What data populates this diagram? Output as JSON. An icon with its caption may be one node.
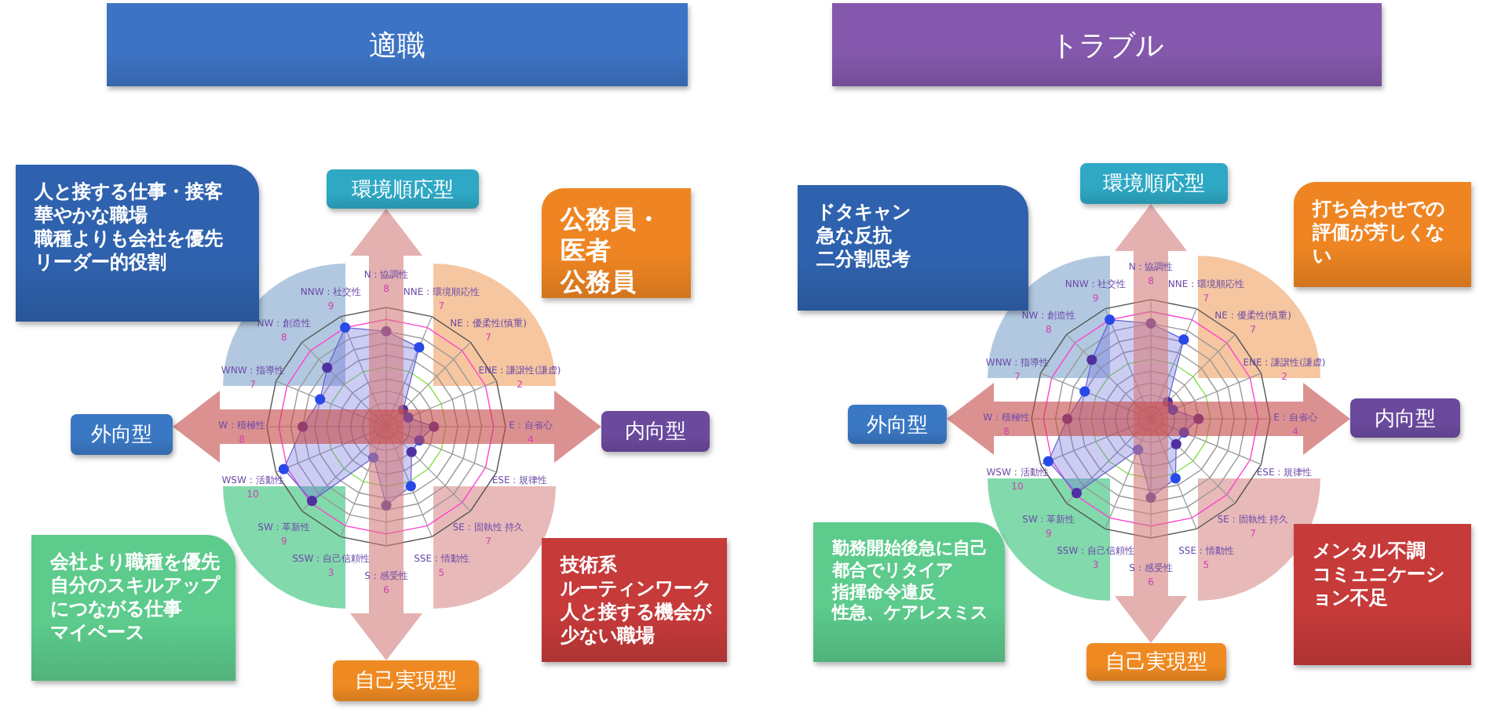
{
  "diagram": {
    "nodes": [
      {
        "text": [
          "適職"
        ]
      },
      {
        "text": [
          "人と接する仕事・接客",
          "華やかな職場",
          "職種よりも会社を優先",
          "リーダー的役割"
        ]
      },
      {
        "text": [
          "環境順応型"
        ]
      },
      {
        "text": [
          "公務員・医者",
          "公務員"
        ]
      },
      {
        "text": [
          "外向型"
        ]
      },
      {
        "text": [
          "内向型"
        ]
      },
      {
        "text": [
          "会社より職種を優先",
          "自分のスキルアップにつながる仕事",
          "マイペース"
        ]
      },
      {
        "text": [
          "技術系",
          "ルーティンワーク",
          "人と接する機会が少ない職場"
        ]
      },
      {
        "text": [
          "自己実現型"
        ]
      },
      {
        "text": [
          "トラブル"
        ]
      },
      {
        "text": [
          "ドタキャン",
          "急な反抗",
          "二分割思考"
        ]
      },
      {
        "text": [
          "環境順応型"
        ]
      },
      {
        "text": [
          "打ち合わせでの評価が芳しくない"
        ]
      },
      {
        "text": [
          "外向型"
        ]
      },
      {
        "text": [
          "内向型"
        ]
      },
      {
        "text": [
          "勤務開始後急に自己都合でリタイア",
          "指揮命令違反",
          "性急、ケアレスミス"
        ]
      },
      {
        "text": [
          "メンタル不調",
          "コミュニケーション不足"
        ]
      },
      {
        "text": [
          "自己実現型"
        ]
      }
    ],
    "edges": [
      {
        "from": 2,
        "to": 8,
        "arrow": "both"
      },
      {
        "from": 4,
        "to": 5,
        "arrow": "both"
      },
      {
        "from": 11,
        "to": 17,
        "arrow": "both"
      },
      {
        "from": 13,
        "to": 14,
        "arrow": "both"
      }
    ],
    "labels": [
      "N : 協調性",
      "8",
      "NNE : 環境順応性",
      "7",
      "NE : 優柔性(慎重)",
      "7",
      "ENE : 謙譲性(謙虚)",
      "2",
      "E : 自省心",
      "4",
      "ESE : 規律性",
      "SE : 固執性 持久",
      "7",
      "SSE : 情動性",
      "5",
      "S : 感受性",
      "6",
      "SSW : 自己信頼性",
      "3",
      "SW : 革新性",
      "9",
      "WSW : 活動性",
      "10",
      "W : 積極性",
      "8",
      "WNW : 指導性",
      "7",
      "NW : 創造性",
      "8",
      "NNW : 社交性",
      "9",
      "N : 協調性",
      "8",
      "NNE : 環境順応性",
      "7",
      "NE : 優柔性(慎重)",
      "7",
      "ENE : 謙譲性(謙虚)",
      "2",
      "E : 自省心",
      "4",
      "ESE : 規律性",
      "SE : 固執性 持久",
      "7",
      "SSE : 情動性",
      "5",
      "S : 感受性",
      "6",
      "SSW : 自己信頼性",
      "3",
      "SW : 革新性",
      "9",
      "WSW : 活動性",
      "10",
      "W : 積極性",
      "8",
      "WNW : 指導性",
      "7",
      "NW : 創造性",
      "8",
      "NNW : 社交性",
      "9"
    ]
  }
}
